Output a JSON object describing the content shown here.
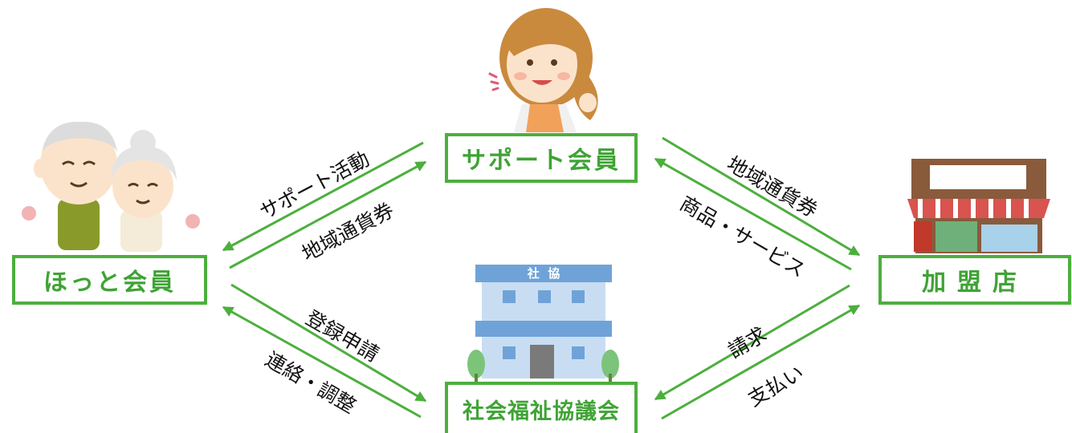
{
  "nodes": {
    "support": "サポート会員",
    "hotto": "ほっと会員",
    "shop": "加盟店",
    "council": "社会福祉協議会"
  },
  "edges": {
    "support_activity": "サポート活動",
    "voucher_to_support": "地域通貨券",
    "voucher_to_shop": "地域通貨券",
    "goods_services": "商品・サービス",
    "registration": "登録申請",
    "contact_adjust": "連絡・調整",
    "billing": "請求",
    "payment": "支払い"
  },
  "building_sign": "社  協",
  "colors": {
    "accent": "#4caf3d",
    "building_blue": "#6fa3d8"
  }
}
